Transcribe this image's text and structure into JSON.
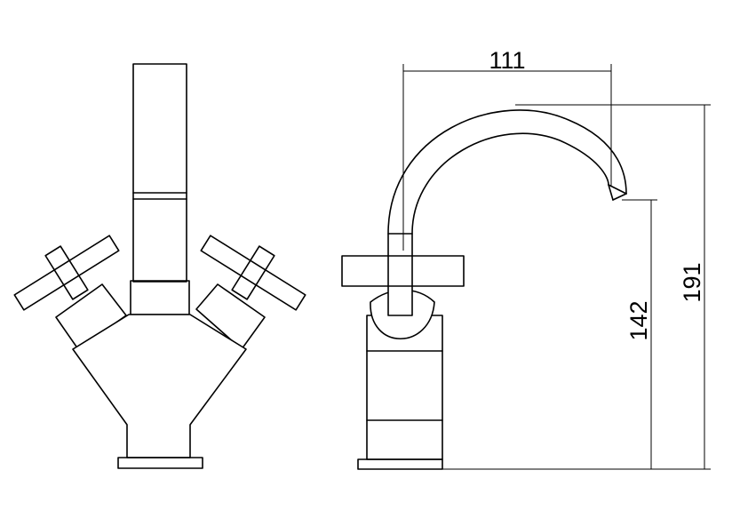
{
  "dimensions": {
    "spout_reach": "111",
    "spout_height": "142",
    "overall_height": "191"
  }
}
